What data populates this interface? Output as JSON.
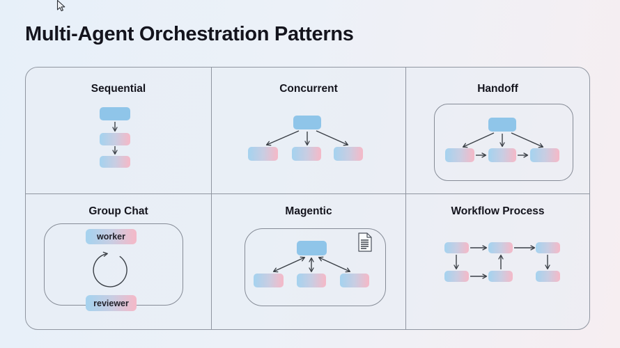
{
  "page": {
    "title": "Multi-Agent Orchestration Patterns"
  },
  "panels": [
    {
      "id": "sequential",
      "label": "Sequential",
      "structure": "one start agent node chained to two agent nodes with downward arrows"
    },
    {
      "id": "concurrent",
      "label": "Concurrent",
      "structure": "one orchestrator node fanning out with arrows to three parallel agent nodes"
    },
    {
      "id": "handoff",
      "label": "Handoff",
      "structure": "orchestrator node over three agent nodes, with handoff arrows passing left to right between agents, inside a rounded boundary"
    },
    {
      "id": "group-chat",
      "label": "Group Chat",
      "structure": "worker and reviewer nodes around a circular clockwise loop arrow, inside a rounded boundary"
    },
    {
      "id": "magentic",
      "label": "Magentic",
      "structure": "orchestrator node with bidirectional arrows to three agent nodes and a shared document/ledger icon, inside a rounded boundary"
    },
    {
      "id": "workflow",
      "label": "Workflow Process",
      "structure": "six nodes in two rows connected as a directed flow: right along the top row, down, right along the bottom, and back up"
    }
  ],
  "group_chat": {
    "worker_label": "worker",
    "reviewer_label": "reviewer"
  },
  "icons": {
    "magentic_badge": "document-icon",
    "pointer": "cursor-icon"
  },
  "colors": {
    "node_solid_blue": "#8fc5e9",
    "node_gradient_start": "#a7d2ee",
    "node_gradient_end": "#f2bac9",
    "arrow": "#3a3f46",
    "border": "#8f95a0",
    "title_text": "#14141d",
    "background_left": "#e7f0f9",
    "background_right": "#f6eef1"
  }
}
